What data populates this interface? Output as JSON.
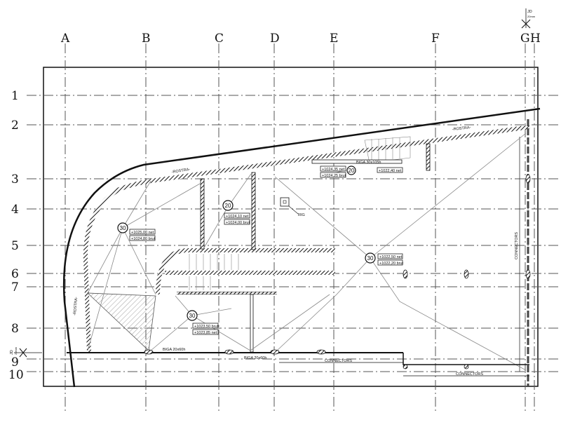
{
  "grid": {
    "columns": [
      "A",
      "B",
      "C",
      "D",
      "E",
      "F",
      "G",
      "H"
    ],
    "rows": [
      "1",
      "2",
      "3",
      "4",
      "5",
      "6",
      "7",
      "8",
      "9",
      "10"
    ]
  },
  "top_marker": {
    "label": "JD",
    "sub": "20mm"
  },
  "left_marker": {
    "label": "JD",
    "sub": "20mm"
  },
  "labels": {
    "rostra_left": "-ROSTRA-",
    "rostra_right": "-ROSTRA-",
    "rostra_vertical": "-ROSTRA-",
    "rig": "RIG",
    "beam_top": "BIGA 30x105h",
    "beam_bottom_left": "BIGA 20x60h",
    "beam_bottom_mid": "BIGA 20x60h",
    "connectors_bottom_left": "CONNECTORS",
    "connectors_bottom_right": "CONNECTORS",
    "connectors_vertical": "CONNECTORS"
  },
  "slabs": [
    {
      "thickness": "30",
      "net": "+1025,00 net",
      "brut": "+1024,80 brut"
    },
    {
      "thickness": "20",
      "net": "+1024,10 net",
      "brut": "+1024,00 brut"
    },
    {
      "thickness": "20",
      "net": "+1024,35 net",
      "brut": "+1024,25 brut",
      "extra": "+1022,40 net"
    },
    {
      "thickness": "30",
      "net": "+1022,50 net",
      "brut": "+1022,20 brut"
    },
    {
      "thickness": "30",
      "brut": "+1023,50 brut",
      "net": "+1023,85 net"
    }
  ]
}
